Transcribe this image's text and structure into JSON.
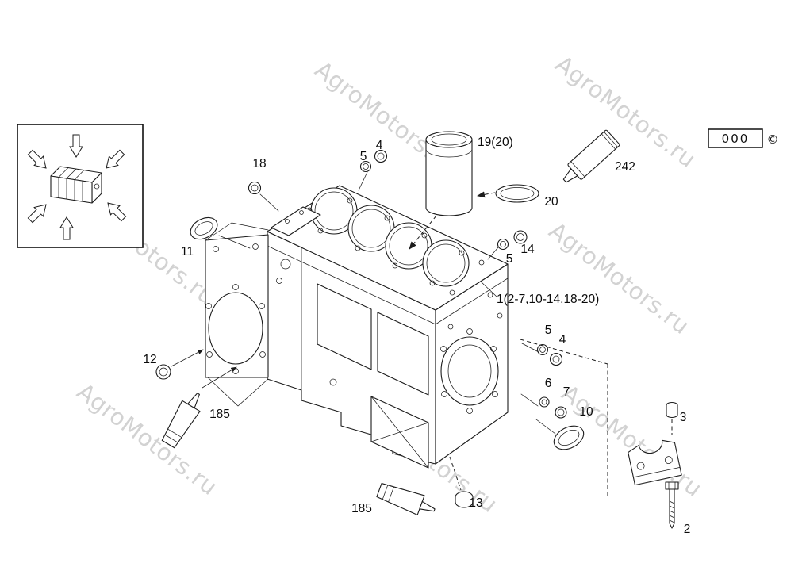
{
  "page": {
    "watermark": "AgroMotors.ru",
    "code": "000",
    "copyright": "©"
  },
  "callouts": [
    {
      "id": "18",
      "label": "18"
    },
    {
      "id": "5-top",
      "label": "5"
    },
    {
      "id": "4-top",
      "label": "4"
    },
    {
      "id": "19-20",
      "label": "19(20)"
    },
    {
      "id": "242",
      "label": "242"
    },
    {
      "id": "20",
      "label": "20"
    },
    {
      "id": "11",
      "label": "11"
    },
    {
      "id": "5-deck",
      "label": "5"
    },
    {
      "id": "14",
      "label": "14"
    },
    {
      "id": "1",
      "label": "1(2-7,10-14,18-20)"
    },
    {
      "id": "5-side",
      "label": "5"
    },
    {
      "id": "4-side",
      "label": "4"
    },
    {
      "id": "12",
      "label": "12"
    },
    {
      "id": "185-left",
      "label": "185"
    },
    {
      "id": "6",
      "label": "6"
    },
    {
      "id": "7",
      "label": "7"
    },
    {
      "id": "10",
      "label": "10"
    },
    {
      "id": "3",
      "label": "3"
    },
    {
      "id": "13",
      "label": "13"
    },
    {
      "id": "185-bottom",
      "label": "185"
    },
    {
      "id": "2",
      "label": "2"
    }
  ]
}
